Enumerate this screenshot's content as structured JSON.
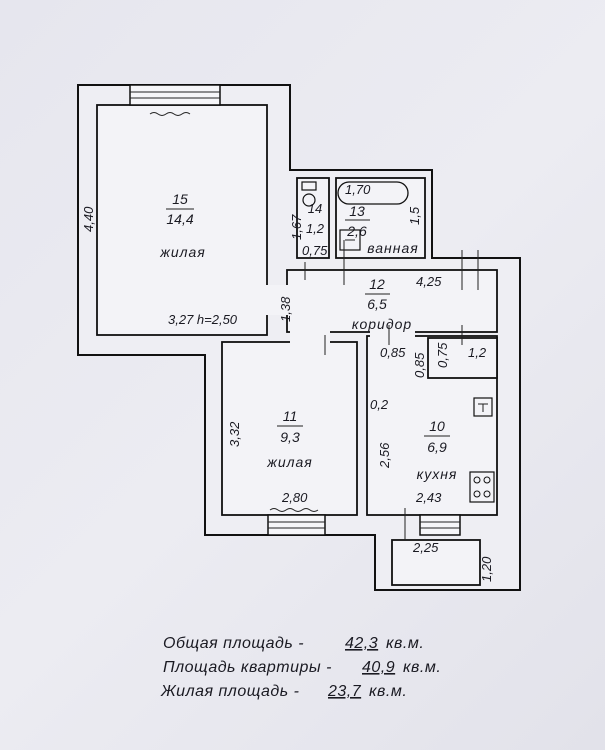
{
  "rooms": [
    {
      "number": "15",
      "area": "14,4",
      "label": "жилая"
    },
    {
      "number": "14",
      "area": "1,2",
      "label": ""
    },
    {
      "number": "13",
      "area": "2,6",
      "label": "ванная"
    },
    {
      "number": "12",
      "area": "6,5",
      "label": "коридор"
    },
    {
      "number": "11",
      "area": "9,3",
      "label": "жилая"
    },
    {
      "number": "10",
      "area": "6,9",
      "label": "кухня"
    }
  ],
  "dimensions": {
    "r15_height": "4,40",
    "r15_width": "3,27 h=2,50",
    "passage": "1,38",
    "toilet_height": "1,67",
    "toilet_width": "0,75",
    "bath_width": "1,70",
    "bath_height": "1,5",
    "corridor_length": "4,25",
    "closet_a": "0,85",
    "closet_b": "0,85",
    "closet_c": "0,75",
    "closet_d": "1,2",
    "r11_height": "3,32",
    "r11_width": "2,80",
    "kitchen_gap": "0,2",
    "kitchen_height": "2,56",
    "kitchen_width": "2,43",
    "balcony_width": "2,25",
    "balcony_depth": "1,20"
  },
  "summary": [
    {
      "label": "Общая площадь -",
      "value": "42,3",
      "unit": "кв.м."
    },
    {
      "label": "Площадь квартиры -",
      "value": "40,9",
      "unit": "кв.м."
    },
    {
      "label": "Жилая площадь -",
      "value": "23,7",
      "unit": "кв.м."
    }
  ]
}
